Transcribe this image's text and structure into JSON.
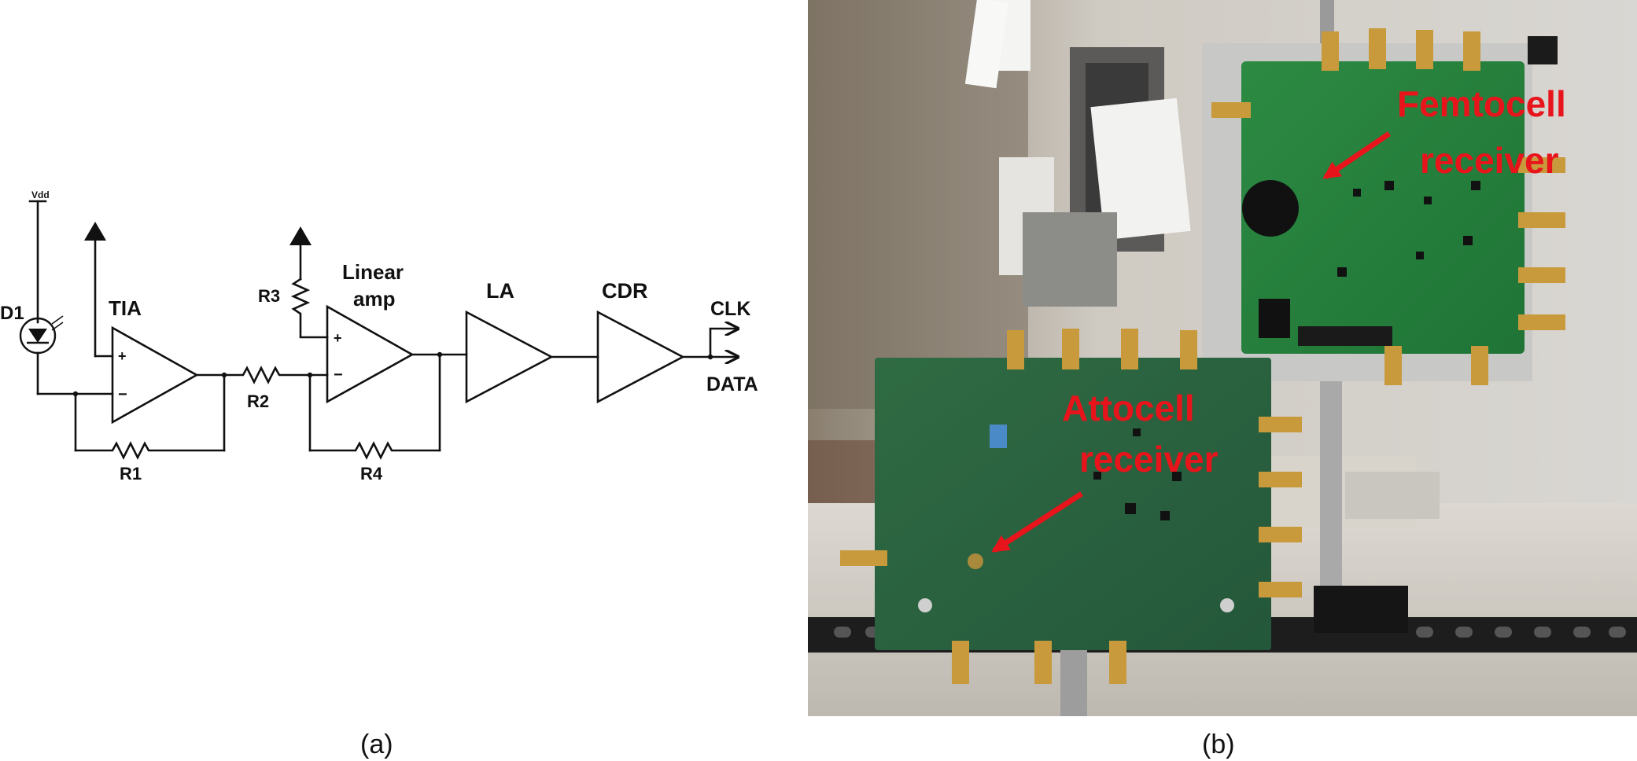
{
  "schematic": {
    "photodiode": {
      "label": "D1",
      "supply": "Vdd"
    },
    "tia": {
      "label": "TIA",
      "plus": "+",
      "minus": "−"
    },
    "linear_amp": {
      "label_line1": "Linear",
      "label_line2": "amp",
      "plus": "+",
      "minus": "−"
    },
    "la": {
      "label": "LA"
    },
    "cdr": {
      "label": "CDR",
      "out_clk": "CLK",
      "out_data": "DATA"
    },
    "resistors": {
      "r1": "R1",
      "r2": "R2",
      "r3": "R3",
      "r4": "R4"
    }
  },
  "photo": {
    "femtocell_line1": "Femtocell",
    "femtocell_line2": "receiver",
    "attocell_line1": "Attocell",
    "attocell_line2": "receiver",
    "annotation_color": "#e8141c"
  },
  "captions": {
    "a": "(a)",
    "b": "(b)"
  }
}
